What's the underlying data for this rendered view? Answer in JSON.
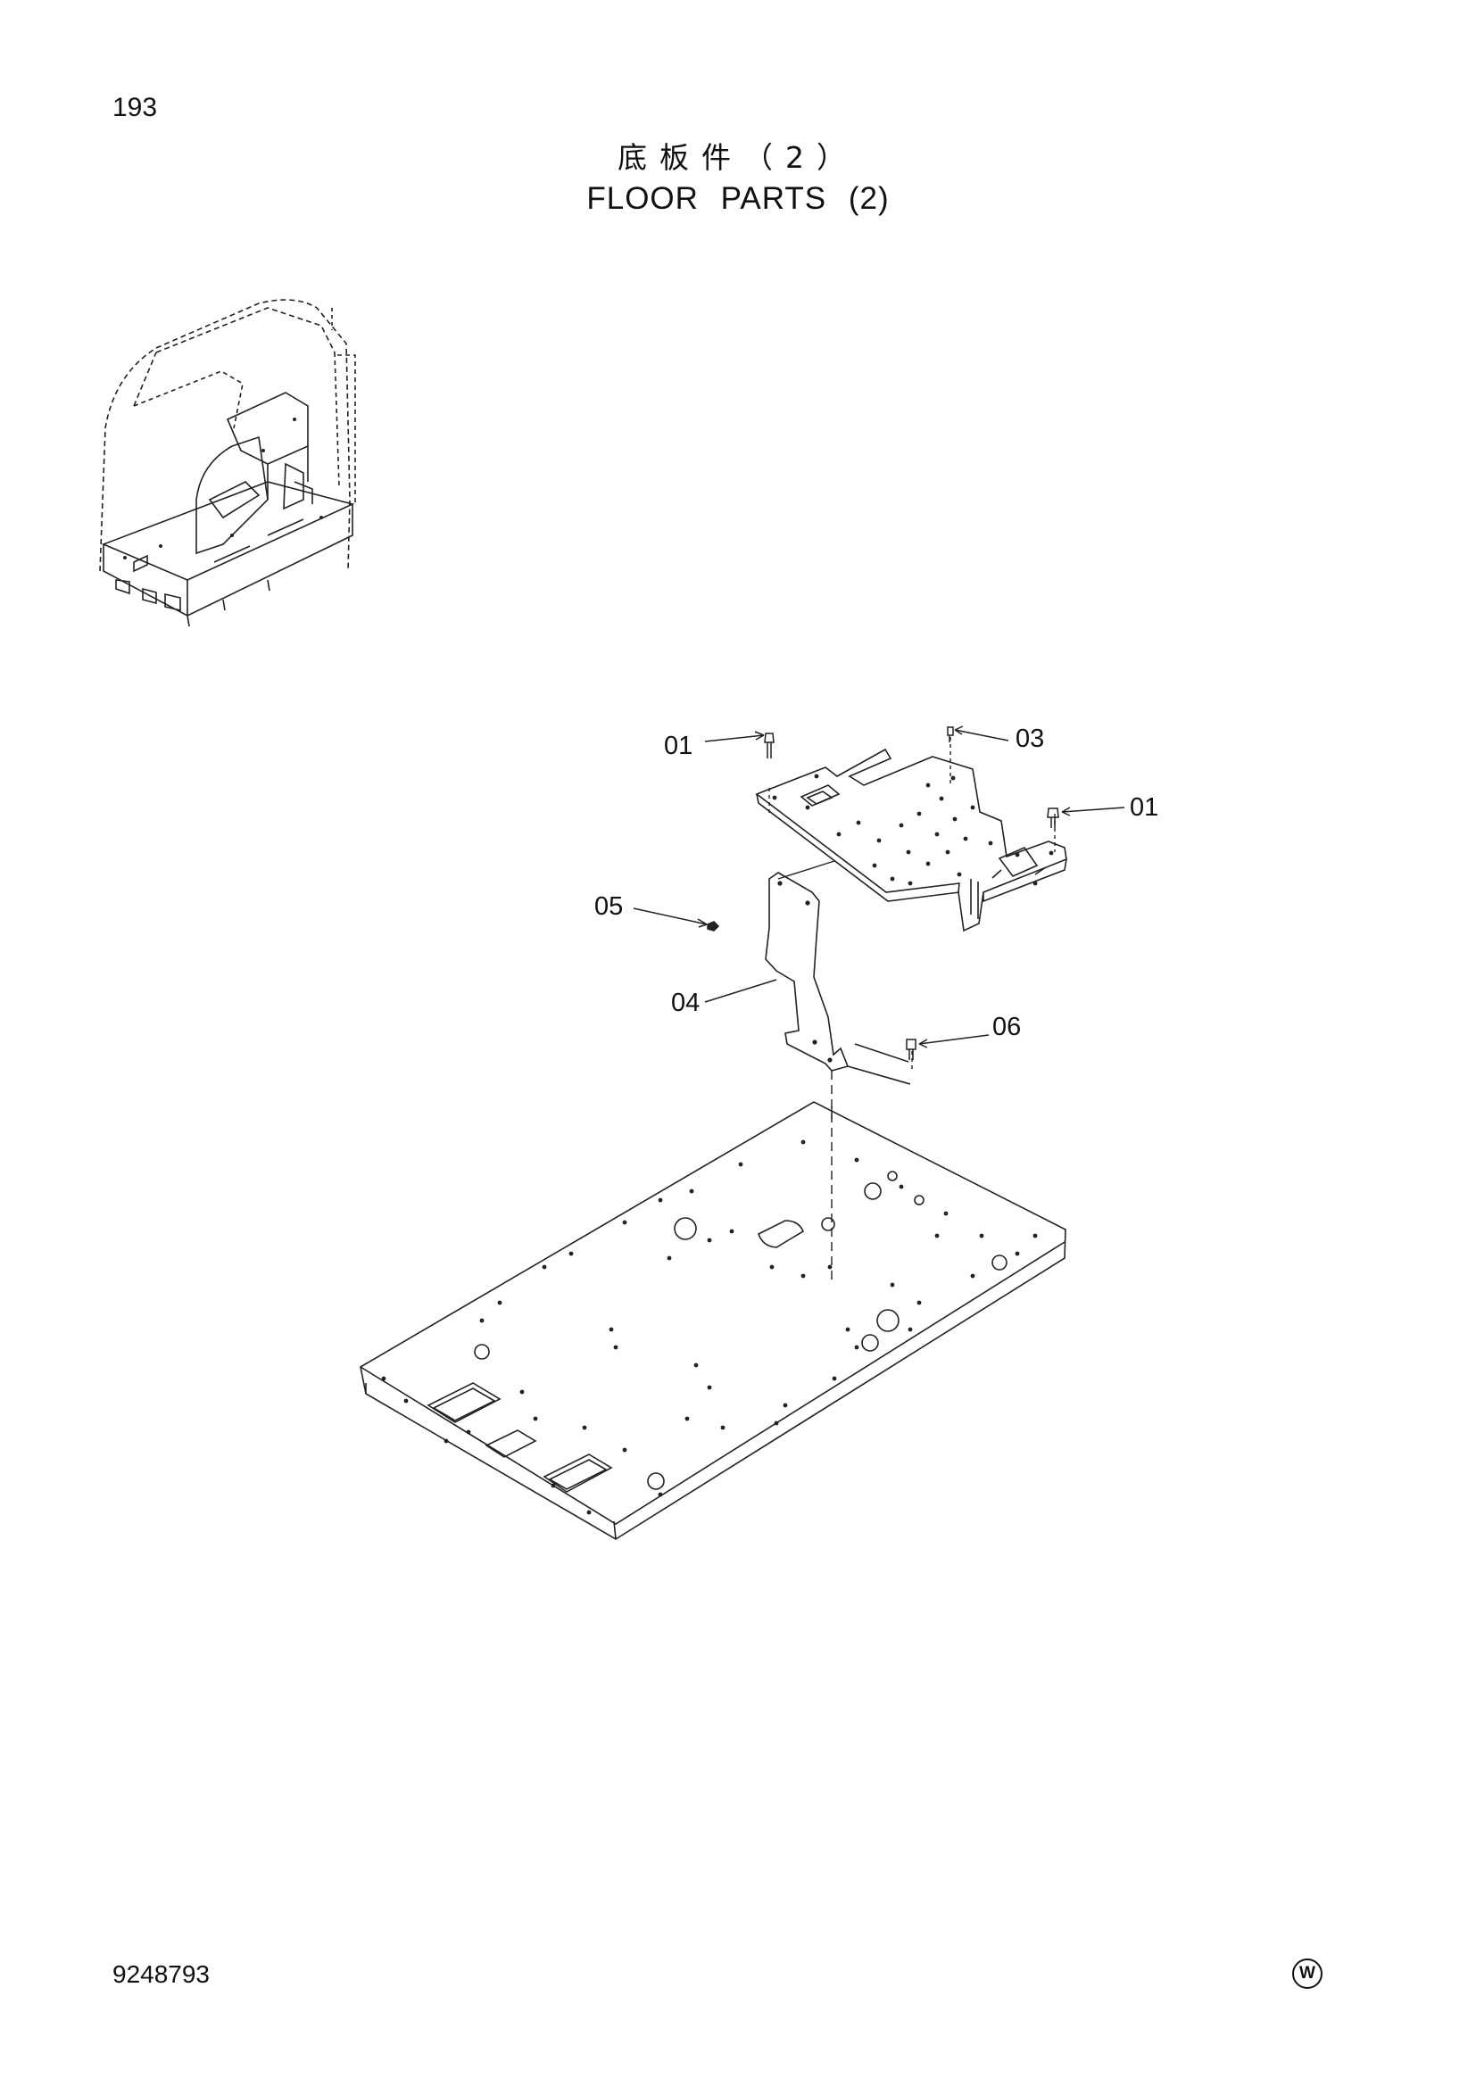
{
  "page": {
    "number": "193",
    "title_cn": "底板件（2）",
    "title_en": "FLOOR PARTS (2)",
    "doc_number": "9248793",
    "mark": "W"
  },
  "callouts": [
    {
      "id": "c1",
      "label": "01"
    },
    {
      "id": "c2",
      "label": "03"
    },
    {
      "id": "c3",
      "label": "01"
    },
    {
      "id": "c4",
      "label": "05"
    },
    {
      "id": "c5",
      "label": "04"
    },
    {
      "id": "c6",
      "label": "06"
    }
  ]
}
